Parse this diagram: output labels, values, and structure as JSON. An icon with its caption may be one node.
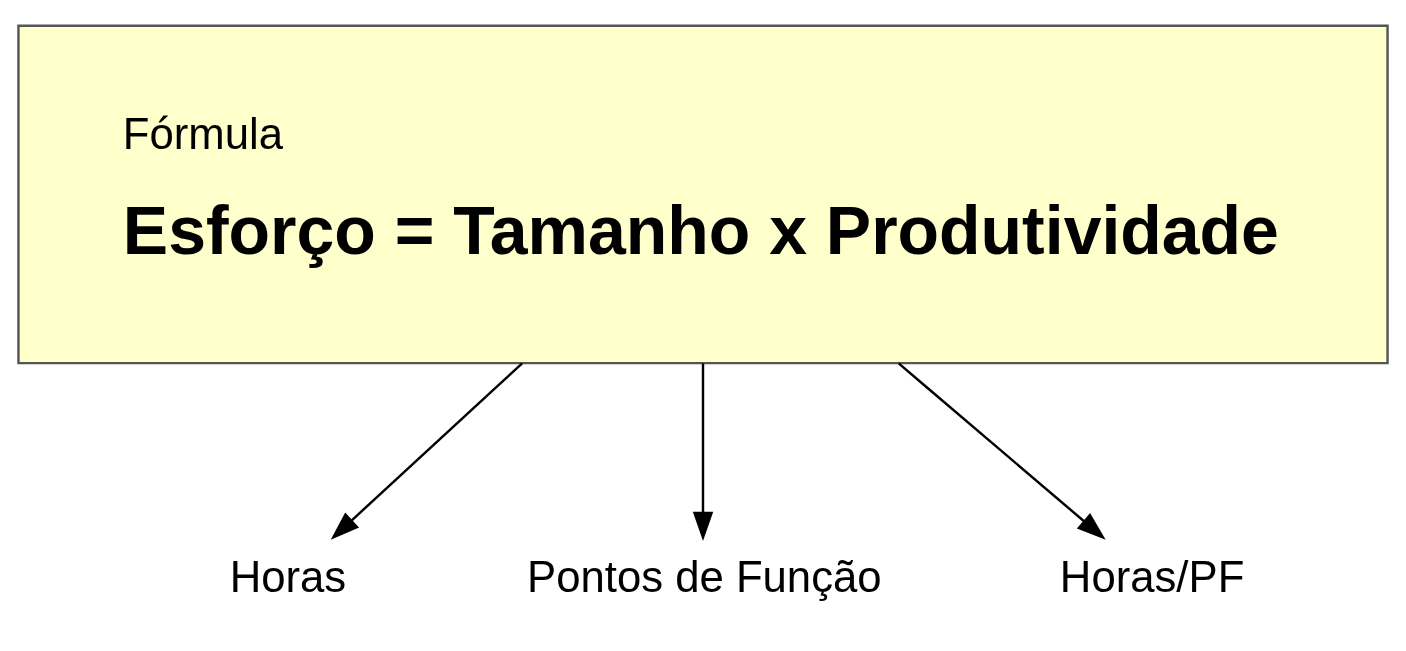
{
  "diagram": {
    "nodes": [
      {
        "text": [
          "Fórmula",
          "Esforço = Tamanho x Produtividade"
        ]
      },
      {
        "text": [
          "Horas"
        ]
      },
      {
        "text": [
          "Pontos de Função"
        ]
      },
      {
        "text": [
          "Horas/PF"
        ]
      }
    ],
    "edges": [
      {
        "from": 0,
        "to": 1,
        "arrow": "to"
      },
      {
        "from": 0,
        "to": 2,
        "arrow": "to"
      },
      {
        "from": 0,
        "to": 3,
        "arrow": "to"
      }
    ]
  }
}
